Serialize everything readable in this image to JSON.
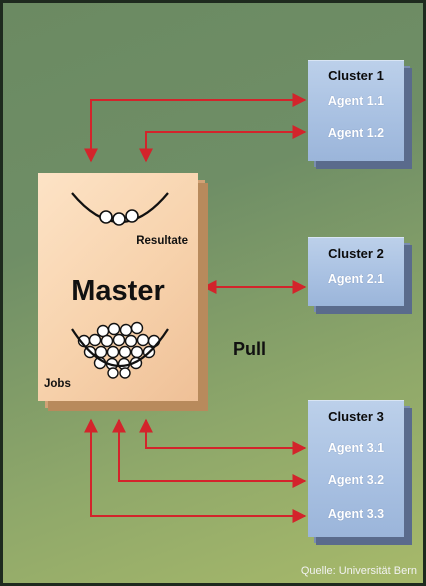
{
  "clusters": [
    {
      "title": "Cluster 1",
      "agents": [
        "Agent 1.1",
        "Agent 1.2"
      ]
    },
    {
      "title": "Cluster 2",
      "agents": [
        "Agent 2.1"
      ]
    },
    {
      "title": "Cluster 3",
      "agents": [
        "Agent 3.1",
        "Agent 3.2",
        "Agent 3.3"
      ]
    }
  ],
  "master": {
    "title": "Master",
    "results_label": "Resultate",
    "jobs_label": "Jobs"
  },
  "mode_label": "Pull",
  "source": "Quelle: Universität Bern",
  "colors": {
    "arrow": "#d3242b",
    "cluster_fill": "#a9c1e2",
    "master_fill": "#f7d2ac",
    "background": "#7b9765"
  },
  "icons": {
    "results_bowl": "bowl-with-few-balls",
    "jobs_bowl": "bowl-full-of-balls"
  }
}
